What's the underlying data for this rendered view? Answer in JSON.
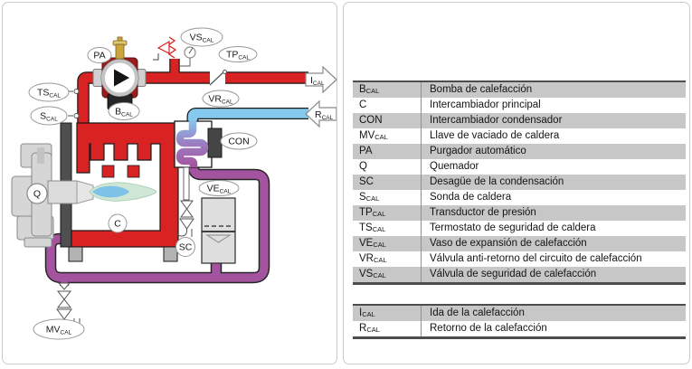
{
  "diagram": {
    "labels": {
      "pa": {
        "main": "PA",
        "sub": ""
      },
      "vs": {
        "main": "VS",
        "sub": "CAL"
      },
      "tp": {
        "main": "TP",
        "sub": "CAL"
      },
      "vr": {
        "main": "VR",
        "sub": "CAL"
      },
      "ts": {
        "main": "TS",
        "sub": "CAL"
      },
      "s": {
        "main": "S",
        "sub": "CAL"
      },
      "b": {
        "main": "B",
        "sub": "CAL"
      },
      "i": {
        "main": "I",
        "sub": "CAL"
      },
      "r": {
        "main": "R",
        "sub": "CAL"
      },
      "con": {
        "main": "CON",
        "sub": ""
      },
      "ve": {
        "main": "VE",
        "sub": "CAL"
      },
      "sc": {
        "main": "SC",
        "sub": ""
      },
      "q": {
        "main": "Q",
        "sub": ""
      },
      "c": {
        "main": "C",
        "sub": ""
      },
      "mv": {
        "main": "MV",
        "sub": "CAL"
      }
    },
    "colors": {
      "supply_pipe_red": "#d92222",
      "return_inlet_blue": "#86c9ee",
      "condensing_return_purple": "#a4539e",
      "flame_outer_green": "#cfe8d6",
      "flame_inner_blue": "#7fc2e8",
      "legend_row_gray": "#c7c7c7"
    }
  },
  "legend": {
    "rows": [
      {
        "sym": "B",
        "sub": "CAL",
        "desc": "Bomba de calefacción"
      },
      {
        "sym": "C",
        "sub": "",
        "desc": "Intercambiador principal"
      },
      {
        "sym": "CON",
        "sub": "",
        "desc": "Intercambiador condensador"
      },
      {
        "sym": "MV",
        "sub": "CAL",
        "desc": "Llave de vaciado de caldera"
      },
      {
        "sym": "PA",
        "sub": "",
        "desc": "Purgador automático"
      },
      {
        "sym": "Q",
        "sub": "",
        "desc": "Quemador"
      },
      {
        "sym": "SC",
        "sub": "",
        "desc": "Desagüe de la condensación"
      },
      {
        "sym": "S",
        "sub": "CAL",
        "desc": "Sonda de caldera"
      },
      {
        "sym": "TP",
        "sub": "CAL",
        "desc": "Transductor de presión"
      },
      {
        "sym": "TS",
        "sub": "CAL",
        "desc": "Termostato de seguridad de caldera"
      },
      {
        "sym": "VE",
        "sub": "CAL",
        "desc": "Vaso de expansión de calefacción"
      },
      {
        "sym": "VR",
        "sub": "CAL",
        "desc": "Válvula anti-retorno del circuito de calefacción"
      },
      {
        "sym": "VS",
        "sub": "CAL",
        "desc": "Válvula de seguridad de calefacción"
      }
    ]
  },
  "legend_flows": {
    "rows": [
      {
        "sym": "I",
        "sub": "CAL",
        "desc": "Ida de la calefacción"
      },
      {
        "sym": "R",
        "sub": "CAL",
        "desc": "Retorno de la calefacción"
      }
    ]
  }
}
